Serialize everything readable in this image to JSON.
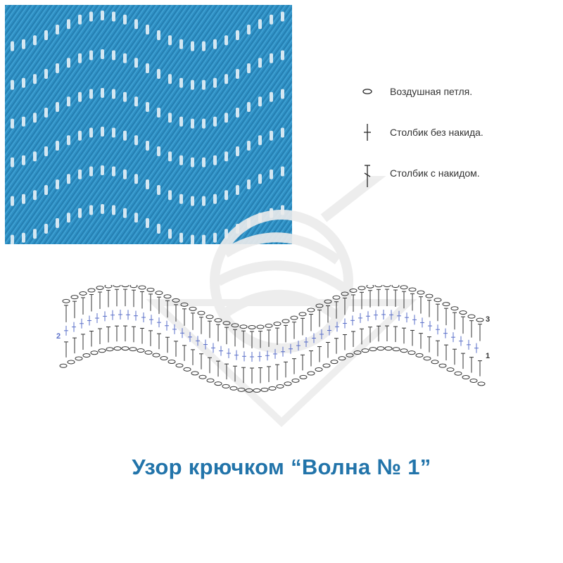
{
  "legend": [
    {
      "symbol": "chain-icon",
      "label": "Воздушная петля."
    },
    {
      "symbol": "single-crochet-icon",
      "label": "Столбик без накида."
    },
    {
      "symbol": "double-crochet-icon",
      "label": "Столбик с накидом."
    }
  ],
  "chart": {
    "row_labels": {
      "left": [
        "2"
      ],
      "right": [
        "3",
        "1"
      ]
    }
  },
  "title": "Узор крючком “Волна № 1”",
  "colors": {
    "title": "#2274aa",
    "swatch": "#2d8fc4",
    "row2": "#5a6fc9",
    "stitches": "#333333"
  }
}
